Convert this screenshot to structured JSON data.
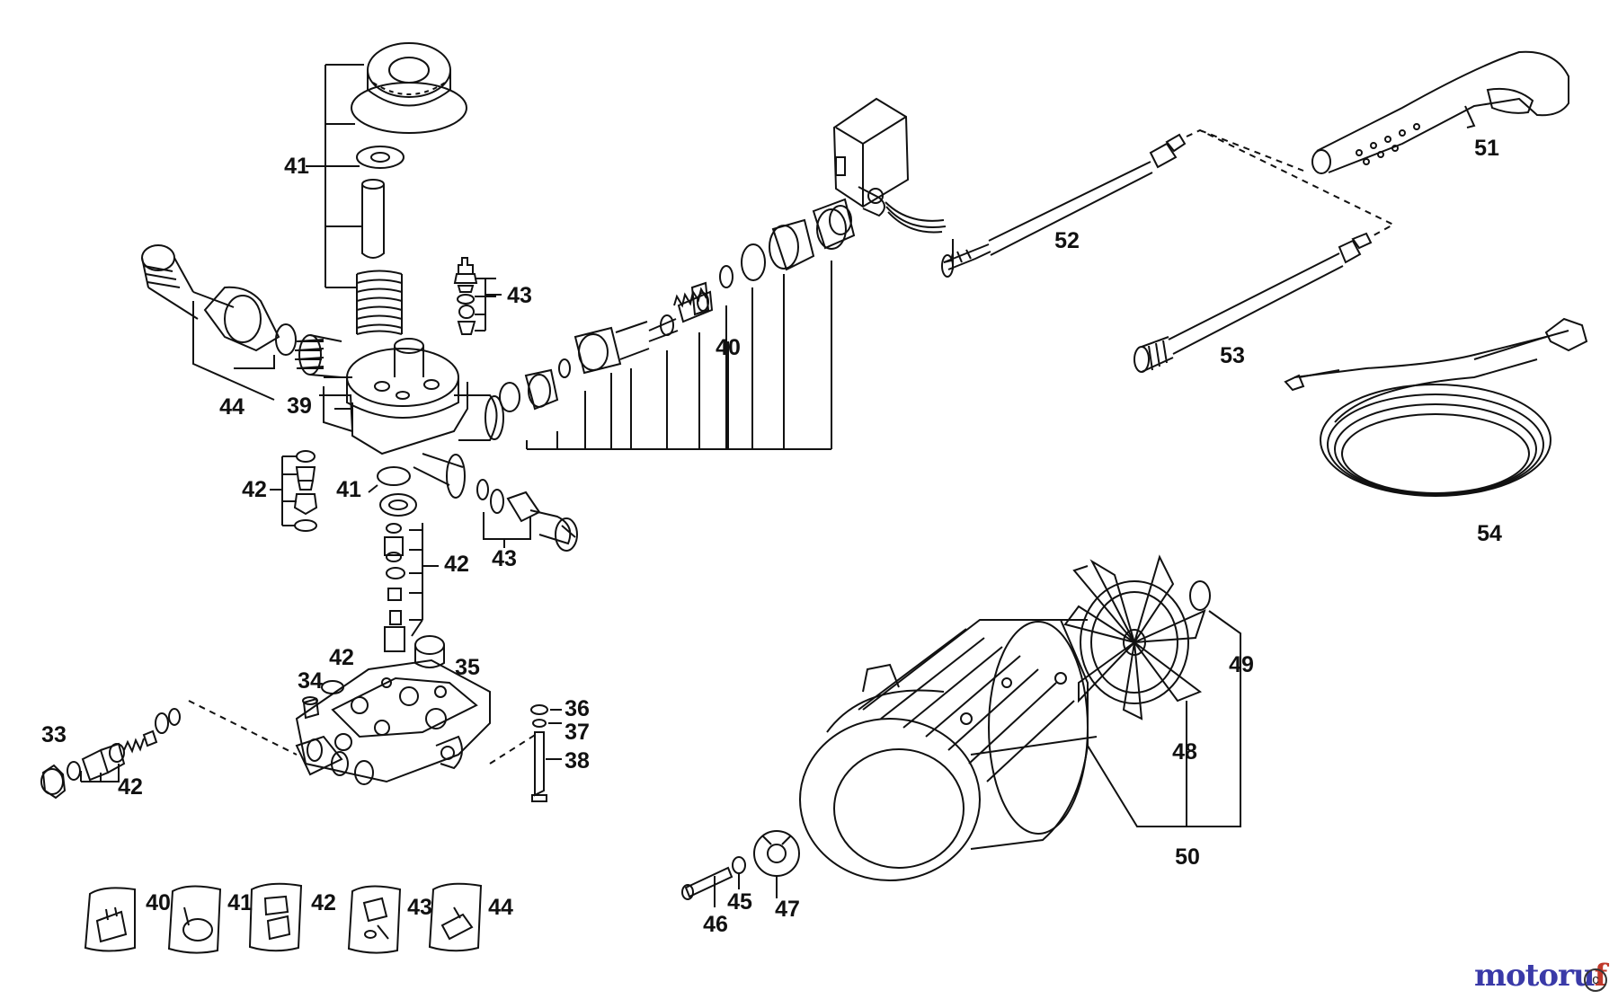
{
  "diagram": {
    "labels": {
      "33": "33",
      "34": "34",
      "35": "35",
      "36": "36",
      "37": "37",
      "38": "38",
      "39": "39",
      "40": "40",
      "41": "41",
      "42": "42",
      "43": "43",
      "44": "44",
      "45": "45",
      "46": "46",
      "47": "47",
      "48": "48",
      "49": "49",
      "50": "50",
      "51": "51",
      "52": "52",
      "53": "53",
      "54": "54"
    },
    "kits": [
      {
        "label": "40",
        "icon": "seal-kit-icon"
      },
      {
        "label": "41",
        "icon": "piston-kit-icon"
      },
      {
        "label": "42",
        "icon": "valve-kit-icon"
      },
      {
        "label": "43",
        "icon": "unloader-kit-icon"
      },
      {
        "label": "44",
        "icon": "inlet-kit-icon"
      }
    ]
  },
  "watermark": {
    "part1": "motoru",
    "part2": "f",
    "copyright": "c"
  },
  "colors": {
    "line": "#111111",
    "watermark_blue": "#3a3aa8",
    "watermark_red": "#c0392b"
  }
}
